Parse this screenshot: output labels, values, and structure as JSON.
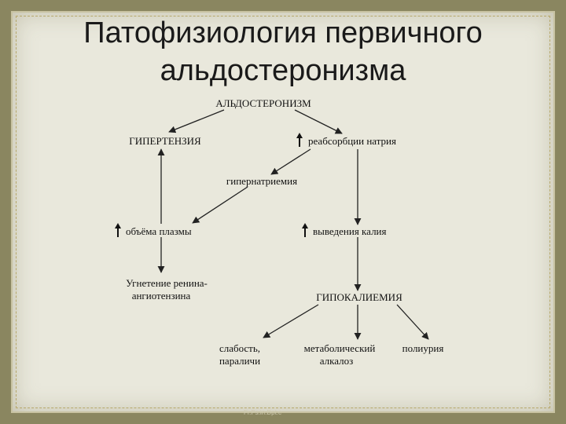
{
  "title_line1": "Патофизиология первичного",
  "title_line2": "альдостеронизма",
  "nodes": {
    "aldosteronism": "АЛЬДОСТЕРОНИЗМ",
    "hypertension": "ГИПЕРТЕНЗИЯ",
    "sodium_reabsorption": "реабсорбции натрия",
    "hypernatremia": "гипернатриемия",
    "plasma_volume": "объёма плазмы",
    "potassium_excretion": "выведения калия",
    "renin_line1": "Угнетение ренина-",
    "renin_line2": "ангиотензина",
    "hypokalemia": "ГИПОКАЛИЕМИЯ",
    "weakness_line1": "слабость,",
    "weakness_line2": "параличи",
    "alkalosis_line1": "метаболический",
    "alkalosis_line2": "алкалоз",
    "polyuria": "полиурия"
  },
  "footer": "Fr.Ps.in.Dpt.c"
}
